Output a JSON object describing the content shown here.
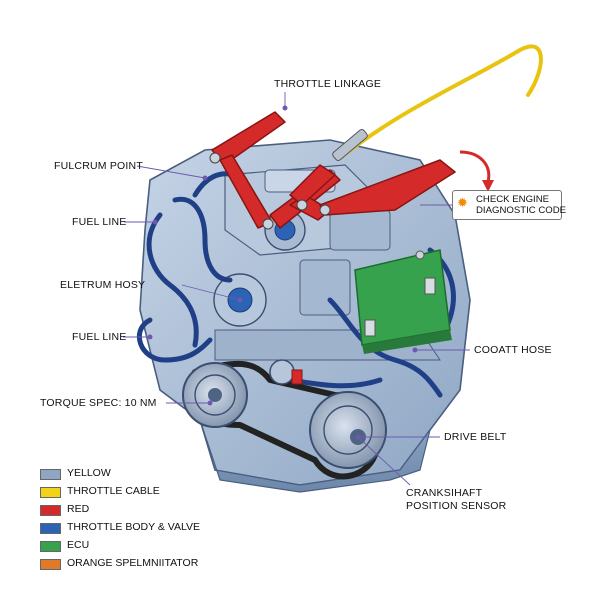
{
  "labels": {
    "throttle_linkage": "THROTTLE LINKAGE",
    "fulcrum_point": "FULCRUM POINT",
    "fuel_line_top": "FUEL LINE",
    "eletrum_hosy": "ELETRUM HOSY",
    "fuel_line_bottom": "FUEL LINE",
    "torque_spec": "TORQUE SPEC: 10 NM",
    "cooatt_hose": "COOATT HOSE",
    "drive_belt": "DRIVE BELT",
    "crankshaft_sensor_line1": "CRANKSIHAFT",
    "crankshaft_sensor_line2": "POSITION SENSOR"
  },
  "callout": {
    "line1": "CHECK ENGINE",
    "line2": "DIAGNOSTIC CODE",
    "icon": "sun-warning-icon",
    "icon_color": "#f08a00"
  },
  "legend": [
    {
      "label": "YELLOW",
      "color": "#8ea6c4"
    },
    {
      "label": "THROTTLE CABLE",
      "color": "#f3d21a"
    },
    {
      "label": "RED",
      "color": "#d42a2a"
    },
    {
      "label": "THROTTLE BODY & VALVE",
      "color": "#2c63b5"
    },
    {
      "label": "ECU",
      "color": "#36a24d"
    },
    {
      "label": "ORANGE SPELMNIITATOR",
      "color": "#e07a28"
    }
  ],
  "colors": {
    "engine_body": "#aebfd6",
    "engine_shadow": "#7f96b5",
    "hose": "#1f3f86",
    "linkage": "#d42a2a",
    "cable": "#f3d21a",
    "ecu": "#36a24d",
    "belt": "#222222"
  }
}
